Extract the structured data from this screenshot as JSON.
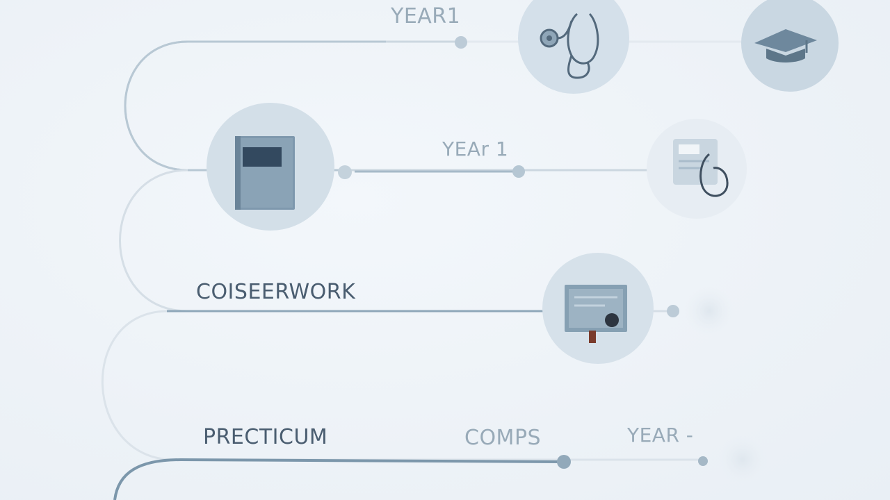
{
  "labels": {
    "year_top": "YEAR1",
    "year_mid": "YEAr 1",
    "coursework": "COISEERWORK",
    "practicum": "PRECTICUM",
    "comps": "COMPS",
    "year_bottom": "YEAR -"
  },
  "icons": [
    "stethoscope-icon",
    "graduation-cap-icon",
    "book-icon",
    "clipboard-stethoscope-icon",
    "certificate-icon"
  ],
  "colors": {
    "background": "#edf2f7",
    "track": "#c3d0db",
    "track_active": "#7c97ab",
    "node": "#b5c7d5",
    "icon_circle": "#d3dfe9",
    "text_dark": "#4a5d70",
    "text_faint": "#98aab8"
  }
}
